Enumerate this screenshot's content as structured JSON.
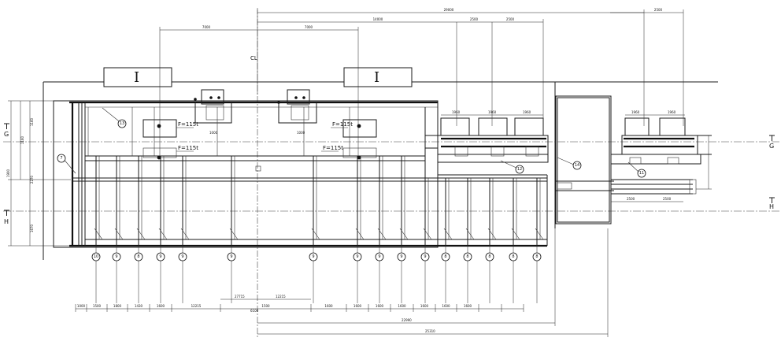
{
  "centerline_label": "CL",
  "beam_marks": [
    "I",
    "I"
  ],
  "axes": {
    "G_left": "G",
    "H_left": "H",
    "G_right": "G",
    "H_right": "H"
  },
  "forces": [
    "F=115t",
    "F=115t",
    "F=115t",
    "F=115t"
  ],
  "top_dims": {
    "overall": "29000",
    "span": "14000",
    "left_half": "7000",
    "right_half": "7000",
    "module_a": "2500",
    "module_b": "2500",
    "right_module": "2500"
  },
  "module_sub_dims": [
    "1960",
    "1960",
    "1960",
    "1960",
    "1960"
  ],
  "right_dims": [
    "2500",
    "2500"
  ],
  "left_dims": [
    "1160",
    "1160",
    "1900",
    "2270",
    "1670",
    "1670"
  ],
  "bottom_dims": [
    "1000",
    "1500",
    "1800",
    "1430",
    "1600",
    "12215",
    "1500",
    "1600",
    "1600",
    "1600",
    "1600",
    "1600",
    "1600",
    "1600"
  ],
  "bottom_mid": [
    "27715",
    "12215",
    "6100"
  ],
  "bottom_overall": [
    "22990",
    "25310"
  ],
  "bubbles": [
    "10",
    "9",
    "8",
    "9",
    "9",
    "9",
    "9",
    "9",
    "9",
    "9",
    "9",
    "8",
    "8",
    "8",
    "8",
    "8"
  ],
  "callouts": [
    "13",
    "7",
    "12",
    "14",
    "11"
  ]
}
